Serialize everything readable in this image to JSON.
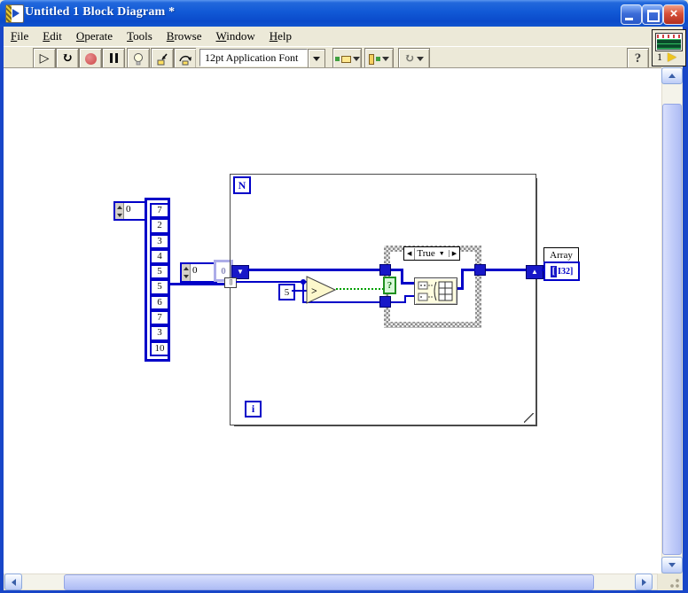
{
  "window": {
    "title": "Untitled 1 Block Diagram *",
    "close_glyph": "×"
  },
  "menu": {
    "items": [
      {
        "label": "File"
      },
      {
        "label": "Edit"
      },
      {
        "label": "Operate"
      },
      {
        "label": "Tools"
      },
      {
        "label": "Browse"
      },
      {
        "label": "Window"
      },
      {
        "label": "Help"
      }
    ]
  },
  "toolbar": {
    "font_selector": "12pt Application Font",
    "run_glyph": "▷",
    "run_continuous_glyph": "↻",
    "help_label": "?",
    "vi_icon_number": "1"
  },
  "diagram": {
    "array_constant": {
      "index": "0",
      "values": [
        "7",
        "2",
        "3",
        "4",
        "5",
        "5",
        "6",
        "7",
        "3",
        "10"
      ]
    },
    "init_array_constant": {
      "index": "0",
      "element": "0"
    },
    "for_loop": {
      "count_label": "N",
      "iteration_label": "i"
    },
    "shift_register": {
      "left_glyph": "▼",
      "right_glyph": "▲"
    },
    "index_tunnel_glyph": "[]",
    "threshold_constant": "5",
    "comparison_glyph": ">",
    "case_structure": {
      "selector_value": "True",
      "prev_glyph": "◀",
      "next_glyph": "▶",
      "dropdown_glyph": "▼",
      "selector_terminal": "?"
    },
    "indicator": {
      "label": "Array",
      "type_bracket": "[",
      "type_text": "I32]"
    }
  },
  "colors": {
    "wire_blue": "#0000C8",
    "boolean_green": "#00A000",
    "node_yellow": "#FFFDE0",
    "titlebar_blue": "#1159D6",
    "chrome_beige": "#ECE9D8",
    "selection_lavender": "#ACACE8",
    "abort_red": "#C85050"
  }
}
